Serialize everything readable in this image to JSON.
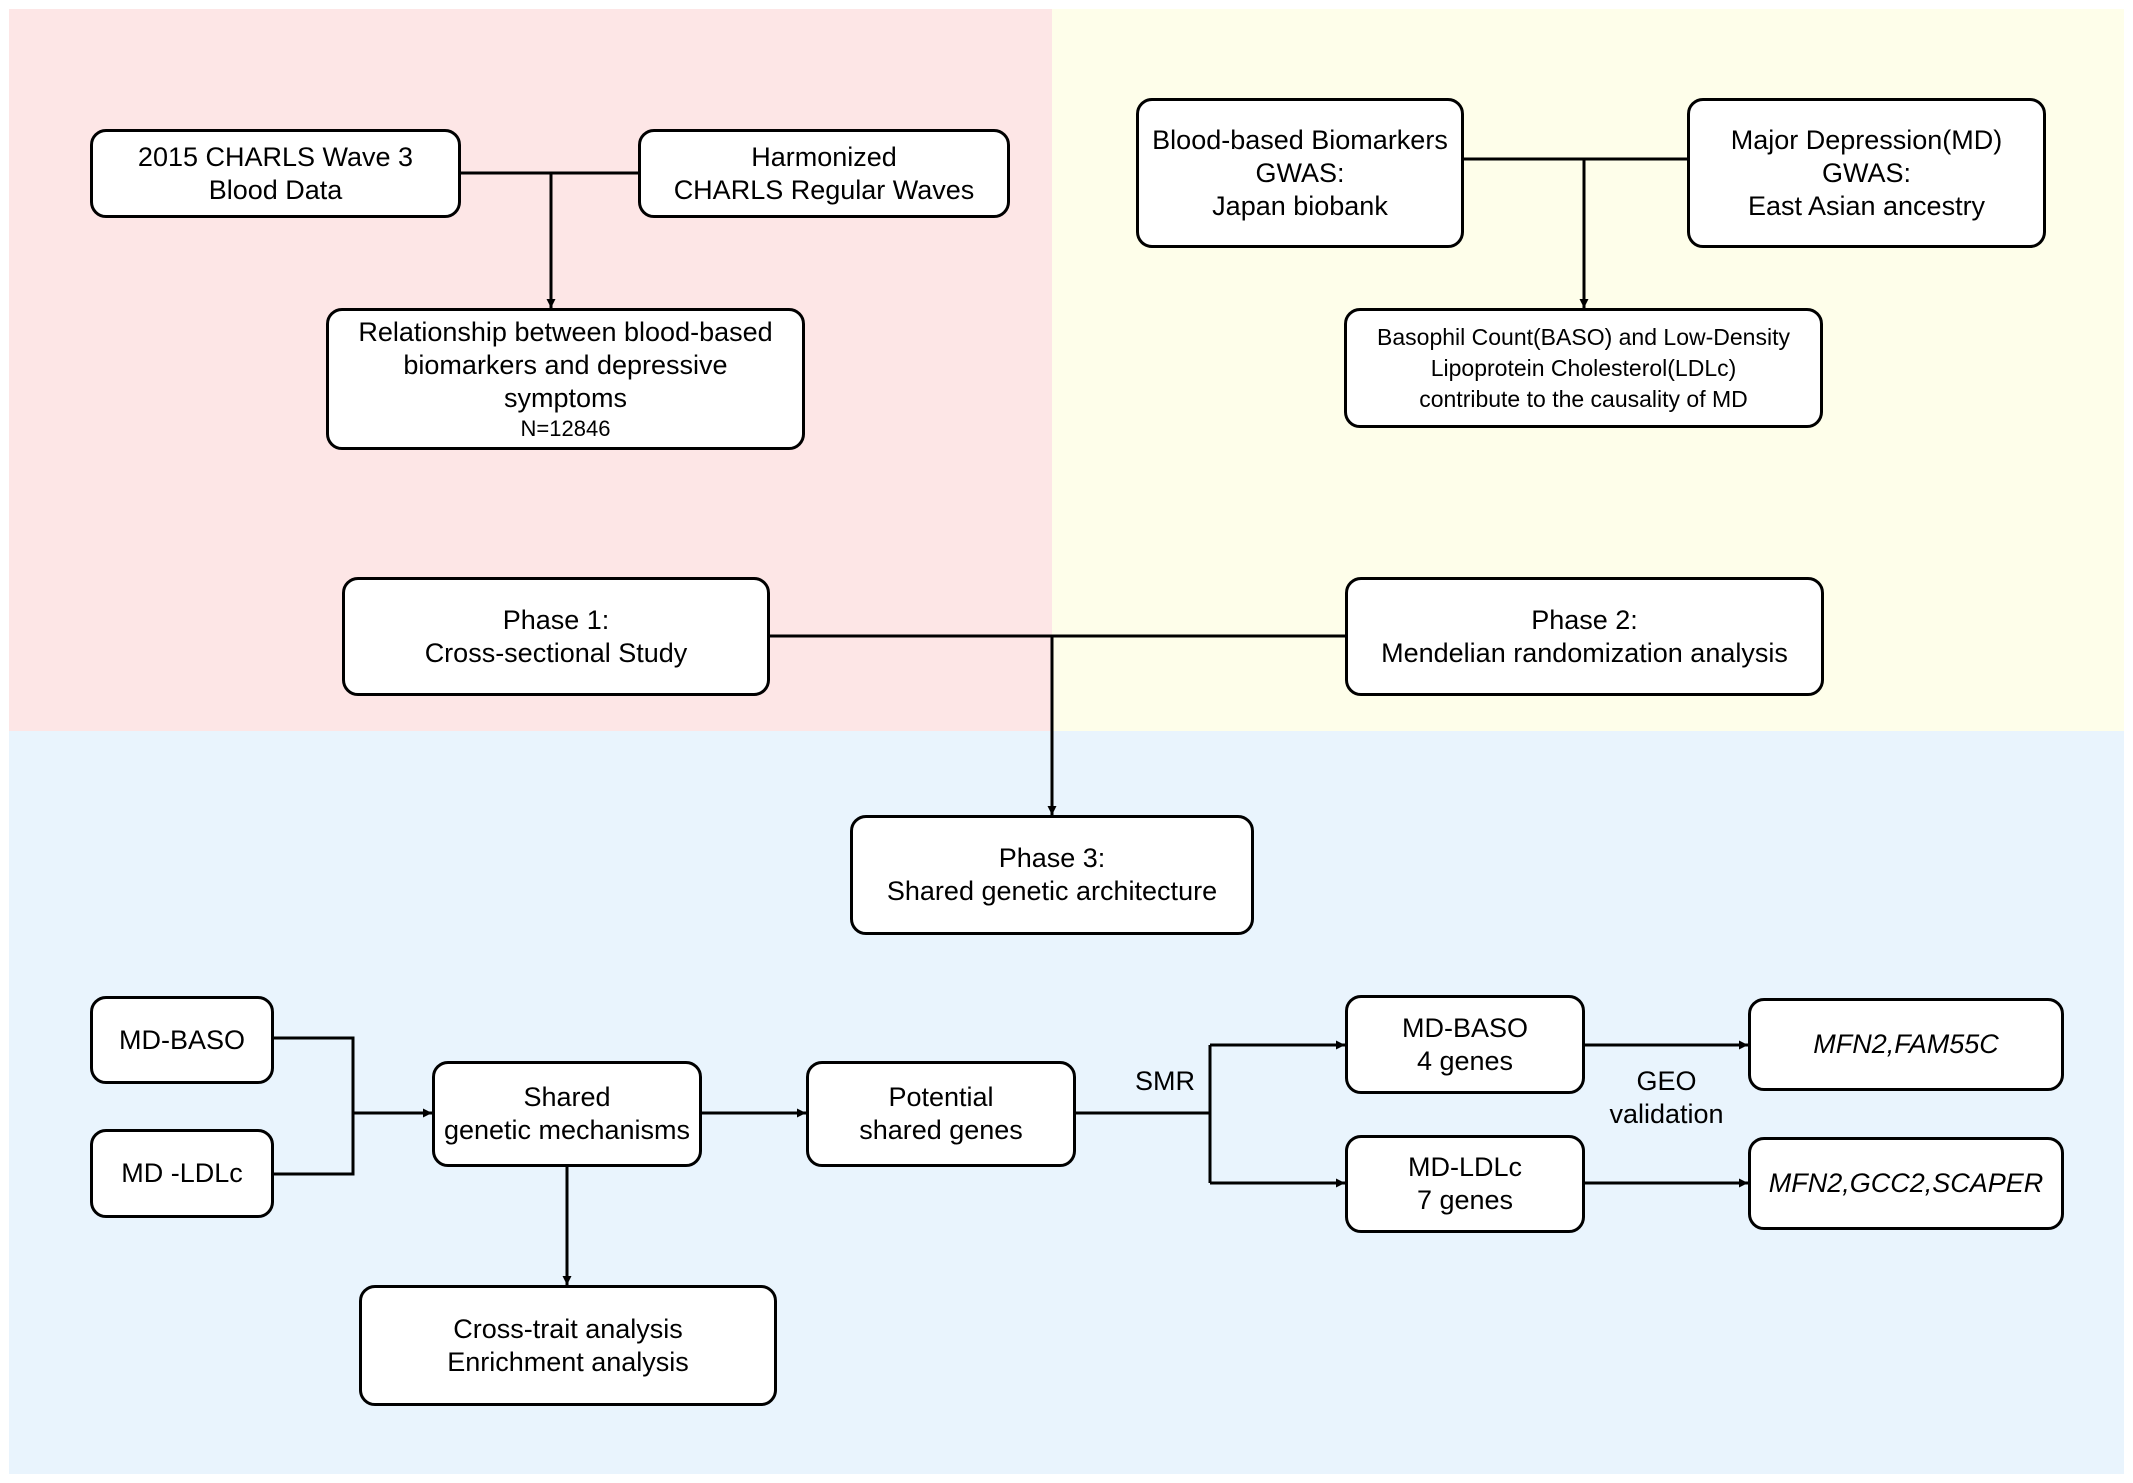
{
  "colors": {
    "phase1_background": "#fde6e6",
    "phase2_background": "#fefeea",
    "phase3_background": "#e9f4fd",
    "box_border": "#000000",
    "box_fill": "#ffffff",
    "connector": "#000000"
  },
  "phase1": {
    "box_blood_data": {
      "lines": [
        "2015 CHARLS Wave 3",
        "Blood Data"
      ]
    },
    "box_harmonized": {
      "lines": [
        "Harmonized",
        "CHARLS Regular Waves"
      ]
    },
    "box_relationship": {
      "lines": [
        "Relationship between blood-based",
        "biomarkers and depressive",
        "symptoms"
      ],
      "sample_size": "N=12846"
    },
    "box_phase": {
      "lines": [
        "Phase 1:",
        "Cross-sectional Study"
      ]
    }
  },
  "phase2": {
    "box_biomarkers_gwas": {
      "lines": [
        "Blood-based Biomarkers",
        "GWAS:",
        "Japan biobank"
      ]
    },
    "box_md_gwas": {
      "lines": [
        "Major Depression(MD)",
        "GWAS:",
        "East Asian ancestry"
      ]
    },
    "box_causality": {
      "lines": [
        "Basophil Count(BASO) and Low-Density",
        "Lipoprotein Cholesterol(LDLc)",
        "contribute to the causality of MD"
      ]
    },
    "box_phase": {
      "lines": [
        "Phase 2:",
        "Mendelian randomization analysis"
      ]
    }
  },
  "phase3": {
    "box_phase": {
      "lines": [
        "Phase 3:",
        "Shared genetic architecture"
      ]
    },
    "box_md_baso": {
      "label": "MD-BASO"
    },
    "box_md_ldlc": {
      "label": "MD -LDLc"
    },
    "box_shared_mechanisms": {
      "lines": [
        "Shared",
        "genetic mechanisms"
      ]
    },
    "box_potential_genes": {
      "lines": [
        "Potential",
        "shared genes"
      ]
    },
    "box_cross_trait": {
      "lines": [
        "Cross-trait analysis",
        "Enrichment analysis"
      ]
    },
    "label_smr": "SMR",
    "box_baso_genes": {
      "lines": [
        "MD-BASO",
        "4 genes"
      ]
    },
    "box_ldlc_genes": {
      "lines": [
        "MD-LDLc",
        "7 genes"
      ]
    },
    "label_geo": [
      "GEO",
      "validation"
    ],
    "box_baso_result": {
      "label": "MFN2,FAM55C"
    },
    "box_ldlc_result": {
      "label": "MFN2,GCC2,SCAPER"
    }
  }
}
